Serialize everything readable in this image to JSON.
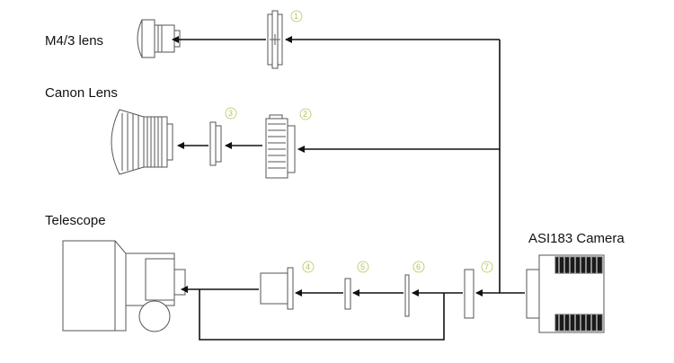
{
  "labels": {
    "m43_lens": "M4/3 lens",
    "canon_lens": "Canon Lens",
    "telescope": "Telescope",
    "camera": "ASI183 Camera"
  },
  "part_numbers": [
    "1",
    "2",
    "3",
    "4",
    "5",
    "6",
    "7"
  ],
  "colors": {
    "line": "#111111",
    "outline": "#555555",
    "number_accent": "#b9c25a",
    "fill_light": "#ffffff",
    "fill_dark": "#1a1a1a"
  }
}
